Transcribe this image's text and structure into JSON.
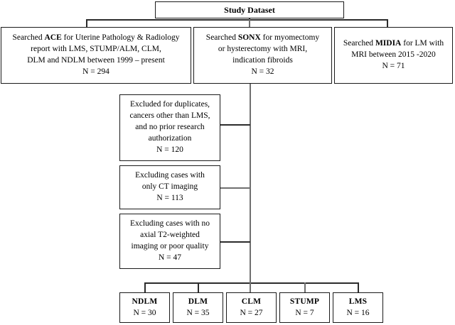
{
  "diagram": {
    "title_box": {
      "label": "Study Dataset"
    },
    "sources": [
      {
        "name": "ace-source",
        "lines": [
          "Searched ACE for Uterine Pathology & Radiology",
          "report with LMS, STUMP/ALM, CLM,",
          "DLM and NDLM between 1999 – present",
          "N = 294"
        ],
        "bold_token": "ACE",
        "count": "294"
      },
      {
        "name": "sonx-source",
        "lines": [
          "Searched SONX for myomectomy",
          "or hysterectomy with MRI,",
          "indication fibroids",
          "N = 32"
        ],
        "bold_token": "SONX",
        "count": "32"
      },
      {
        "name": "midia-source",
        "lines": [
          "Searched MIDIA for LM with",
          "MRI between 2015 -2020",
          "N = 71"
        ],
        "bold_token": "MIDIA",
        "count": "71"
      }
    ],
    "exclusions": [
      {
        "name": "exclusion-duplicates",
        "lines": [
          "Excluded for duplicates,",
          "cancers other than LMS,",
          "and no prior research",
          "authorization",
          "N = 120"
        ],
        "count": "120"
      },
      {
        "name": "exclusion-ct-only",
        "lines": [
          "Excluding cases with",
          "only CT imaging",
          "N = 113"
        ],
        "count": "113"
      },
      {
        "name": "exclusion-no-axial-t2",
        "lines": [
          "Excluding cases with no",
          "axial T2-weighted",
          "imaging or poor quality",
          "N = 47"
        ],
        "count": "47"
      }
    ],
    "outcomes": [
      {
        "name": "outcome-ndlm",
        "label": "NDLM",
        "count_label": "N = 30",
        "count": 30
      },
      {
        "name": "outcome-dlm",
        "label": "DLM",
        "count_label": "N = 35",
        "count": 35
      },
      {
        "name": "outcome-clm",
        "label": "CLM",
        "count_label": "N = 27",
        "count": 27
      },
      {
        "name": "outcome-stump",
        "label": "STUMP",
        "count_label": "N = 7",
        "count": 7
      },
      {
        "name": "outcome-lms",
        "label": "LMS",
        "count_label": "N = 16",
        "count": 16
      }
    ],
    "colors": {
      "border": "#1a1a1a",
      "connector": "#2b2b2b",
      "connector_light": "#6f6f6f",
      "background": "#ffffff",
      "text": "#000000"
    }
  }
}
